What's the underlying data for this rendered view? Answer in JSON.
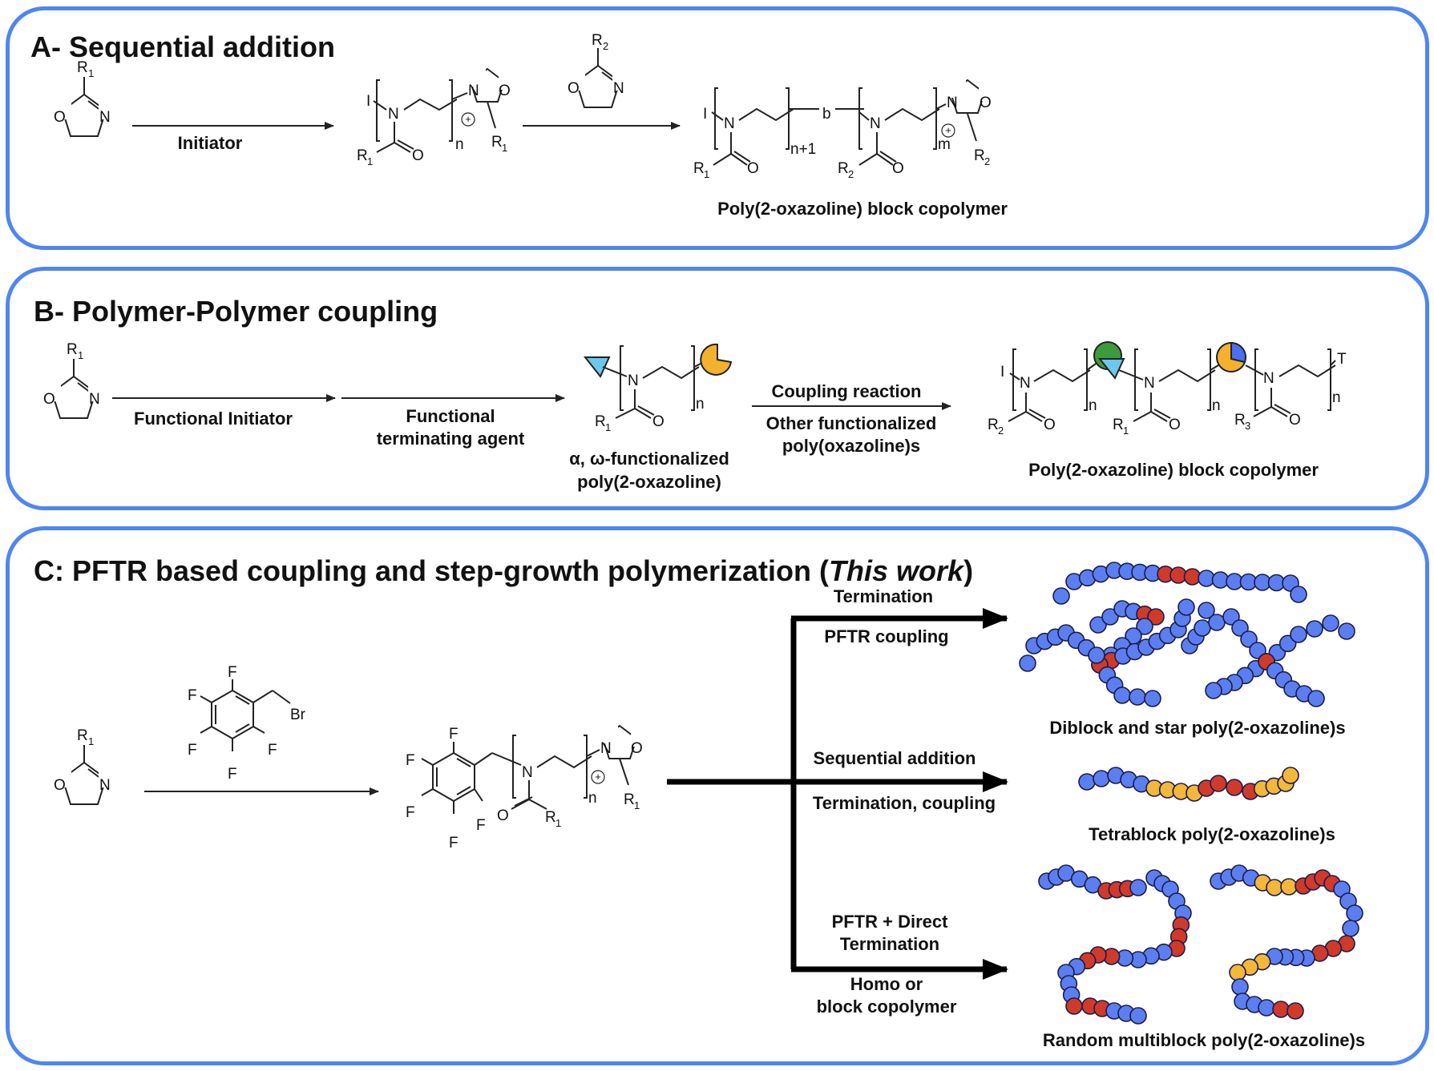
{
  "panels": {
    "a": {
      "title": "A- Sequential addition",
      "arrow_label": "Initiator",
      "product_label": "Poly(2-oxazoline) block copolymer"
    },
    "b": {
      "title": "B- Polymer-Polymer coupling",
      "step1_label": "Functional Initiator",
      "step2_label_line1": "Functional",
      "step2_label_line2": "terminating agent",
      "intermediate_label_line1": "α, ω-functionalized",
      "intermediate_label_line2": "poly(2-oxazoline)",
      "step3_label_top": "Coupling reaction",
      "step3_label_bottom_line1": "Other functionalized",
      "step3_label_bottom_line2": "poly(oxazoline)s",
      "product_label": "Poly(2-oxazoline) block copolymer"
    },
    "c": {
      "title_main": "C: PFTR based coupling and step-growth polymerization (",
      "title_italic": "This work",
      "title_end": ")",
      "branch1_top": "Termination",
      "branch1_bottom": "PFTR coupling",
      "branch1_product": "Diblock and star poly(2-oxazoline)s",
      "branch2_top": "Sequential addition",
      "branch2_bottom": "Termination, coupling",
      "branch2_product": "Tetrablock poly(2-oxazoline)s",
      "branch3_top_line1": "PFTR + Direct",
      "branch3_top_line2": "Termination",
      "branch3_bottom_line1": "Homo or",
      "branch3_bottom_line2": "block copolymer",
      "branch3_product": "Random multiblock poly(2-oxazoline)s"
    }
  },
  "chem_labels": {
    "r": "R",
    "n": "n",
    "n_plus_1": "n+1",
    "m": "m",
    "b": "b",
    "i": "I",
    "t": "T",
    "o": "O",
    "nitrogen": "N",
    "f": "F",
    "br": "Br",
    "plus": "+",
    "sub1": "1",
    "sub2": "2",
    "sub3": "3"
  },
  "colors": {
    "panel_border": "#4f86f0",
    "bead_blue": "#5b7ff0",
    "bead_red": "#d03a2a",
    "bead_yellow": "#f3b73a",
    "marker_cyan": "#6cc8ef",
    "marker_orange": "#f3b12e",
    "marker_green": "#3d9a3d",
    "marker_blue": "#4a6ff0"
  }
}
